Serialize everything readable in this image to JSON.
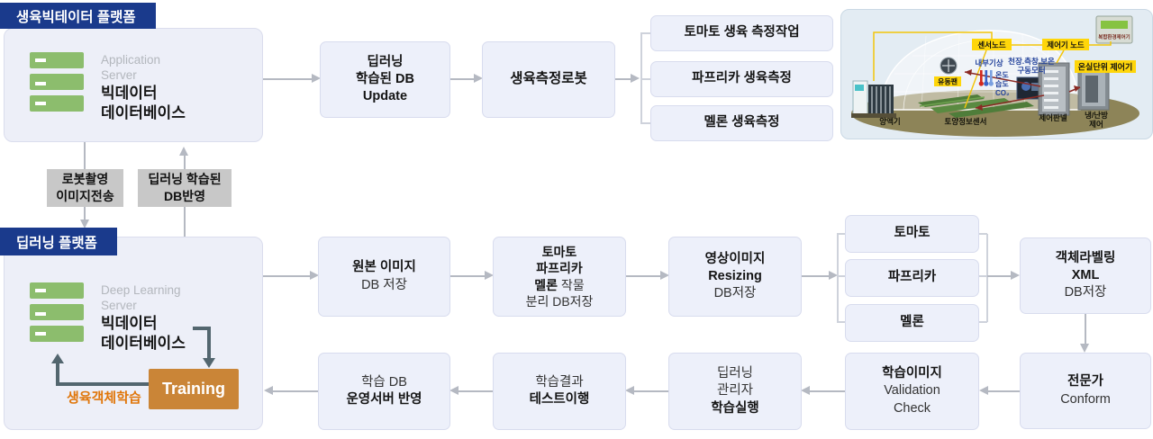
{
  "colors": {
    "badge_navy": "#1a3a8c",
    "box_fill": "#edf0fa",
    "training_orange": "#ca8537",
    "server_green": "#8cbd6d",
    "label_gray": "#c8c8c8",
    "arrow_gray": "#b5b9c2",
    "dark_arrow": "#53666f",
    "orange_text": "#e0760a"
  },
  "top_platform": {
    "badge": "생육빅테이터 플랫폼",
    "server": {
      "subtitle1": "Application",
      "subtitle2": "Server",
      "title1": "빅데이터",
      "title2": "데이터베이스"
    },
    "update_box": {
      "l1": "딥러닝",
      "l2": "학습된 DB",
      "l3": "Update"
    },
    "robot_box": "생육측정로봇",
    "tasks": [
      "토마토 생육 측정작업",
      "파프리카 생육측정",
      "멜론 생육측정"
    ]
  },
  "transfer": {
    "down": {
      "l1": "로봇촬영",
      "l2": "이미지전송"
    },
    "up": {
      "l1": "딥러닝 학습된",
      "l2": "DB반영"
    }
  },
  "deep_platform": {
    "badge": "딥러닝 플랫폼",
    "server": {
      "subtitle1": "Deep Learning",
      "subtitle2": "Server",
      "title1": "빅데이터",
      "title2": "데이터베이스"
    },
    "training": "Training",
    "training_caption": "생육객체학습"
  },
  "mid_row": {
    "store": {
      "l1": "원본 이미지",
      "l2": "DB 저장"
    },
    "separate": {
      "l1": "토마토",
      "l2": "파프리카",
      "l3a": "멜론",
      "l3b": " 작물",
      "l4": "분리 DB저장"
    },
    "resize": {
      "l1": "영상이미지",
      "l2": "Resizing",
      "l3": "DB저장"
    },
    "crops": [
      "토마토",
      "파프리카",
      "멜론"
    ],
    "label": {
      "l1": "객체라벨링",
      "l2": "XML",
      "l3": "DB저장"
    }
  },
  "bottom_row": {
    "conform": {
      "l1": "전문가",
      "l2": "Conform"
    },
    "validation": {
      "l1": "학습이미지",
      "l2": "Validation",
      "l3": "Check"
    },
    "train_exec": {
      "l1": "딥러닝",
      "l2": "관리자",
      "l3": "학습실행"
    },
    "test": {
      "l1": "학습결과",
      "l2": "테스트이행"
    },
    "deploy": {
      "l1": "학습 DB",
      "l2": "운영서버 반영"
    }
  },
  "greenhouse": {
    "sensor_node": "센서노드",
    "controller_node": "제어기 노드",
    "unit_controller": "온실단위 제어기",
    "device": "복합환경제어기",
    "indoor": "내부기상",
    "motors1": "천장.측창.보온",
    "motors2": "구동모터",
    "temp": "온도",
    "humidity": "습도",
    "co2": "CO₂",
    "fan": "유동팬",
    "nutrient": "양액기",
    "soil": "토양정보센서",
    "panel": "제어판넬",
    "hvac1": "냉/난방",
    "hvac2": "제어"
  }
}
